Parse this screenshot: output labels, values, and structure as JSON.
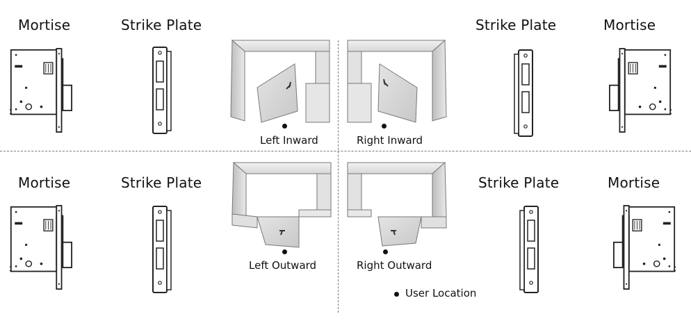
{
  "labels": {
    "mortise": "Mortise",
    "strike_plate": "Strike Plate"
  },
  "doors": {
    "left_inward": "Left Inward",
    "right_inward": "Right Inward",
    "left_outward": "Left Outward",
    "right_outward": "Right Outward"
  },
  "legend": {
    "user_location": "User Location"
  }
}
